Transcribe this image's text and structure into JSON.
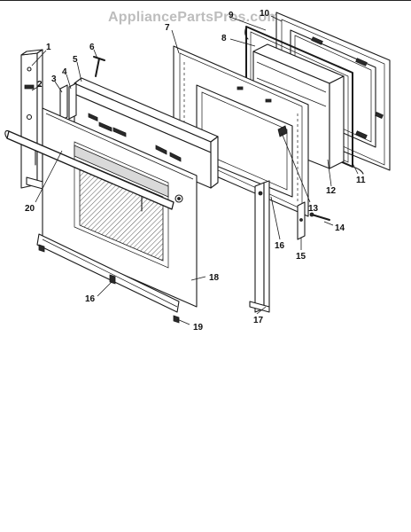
{
  "watermark": "AppliancePartsPros.com",
  "callouts": {
    "c1": "1",
    "c2": "2",
    "c3": "3",
    "c4": "4",
    "c5": "5",
    "c6": "6",
    "c7": "7",
    "c8": "8",
    "c9": "9",
    "c10": "10",
    "c11": "11",
    "c12": "12",
    "c13": "13",
    "c14": "14",
    "c15": "15",
    "c16a": "16",
    "c16b": "16",
    "c17": "17",
    "c18": "18",
    "c19": "19",
    "c20": "20"
  }
}
